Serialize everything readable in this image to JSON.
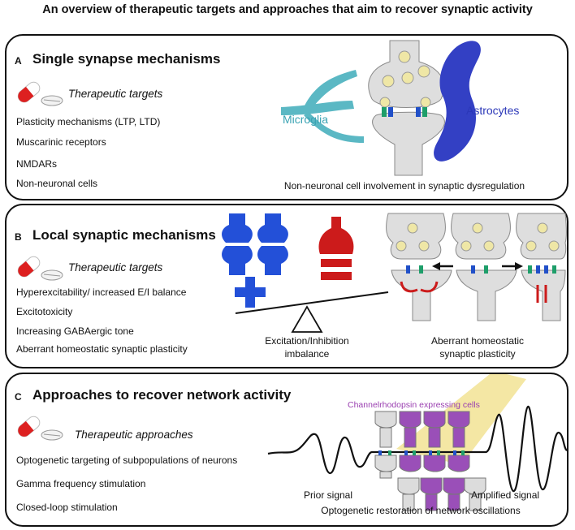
{
  "title": "An overview of therapeutic targets and approaches that aim to recover synaptic activity",
  "panel_a": {
    "letter": "A",
    "heading": "Single synapse mechanisms",
    "subheading": "Therapeutic targets",
    "items": [
      "Plasticity mechanisms (LTP, LTD)",
      "Muscarinic receptors",
      "NMDARs",
      "Non-neuronal cells"
    ],
    "microglia_label": "Microglia",
    "astrocytes_label": "Astrocytes",
    "caption": "Non-neuronal cell involvement in synaptic dysregulation",
    "colors": {
      "microglia": "#5bb8c4",
      "astrocytes": "#3340c4"
    }
  },
  "panel_b": {
    "letter": "B",
    "heading": "Local synaptic mechanisms",
    "subheading": "Therapeutic targets",
    "items": [
      "Hyperexcitability/ increased E/I balance",
      "Excitotoxicity",
      "Increasing GABAergic tone",
      "Aberrant homeostatic synaptic plasticity"
    ],
    "caption_balance": [
      "Excitation/Inhibition",
      "imbalance"
    ],
    "caption_homeostatic": [
      "Aberrant homeostatic",
      "synaptic plasticity"
    ],
    "colors": {
      "excitation": "#2350d8",
      "inhibition": "#cc1b1b"
    }
  },
  "panel_c": {
    "letter": "C",
    "heading": "Approaches to recover network activity",
    "subheading": "Therapeutic approaches",
    "items": [
      "Optogenetic targeting of subpopulations of neurons",
      "Gamma frequency stimulation",
      "Closed-loop stimulation"
    ],
    "channelrhodopsin_label": "Channelrhodopsin expressing cells",
    "prior_signal": "Prior signal",
    "amplified_signal": "Amplified signal",
    "caption": "Optogenetic restoration of network oscillations",
    "colors": {
      "channelrhodopsin": "#9a4fb8",
      "light_beam": "#f3e49a"
    }
  }
}
